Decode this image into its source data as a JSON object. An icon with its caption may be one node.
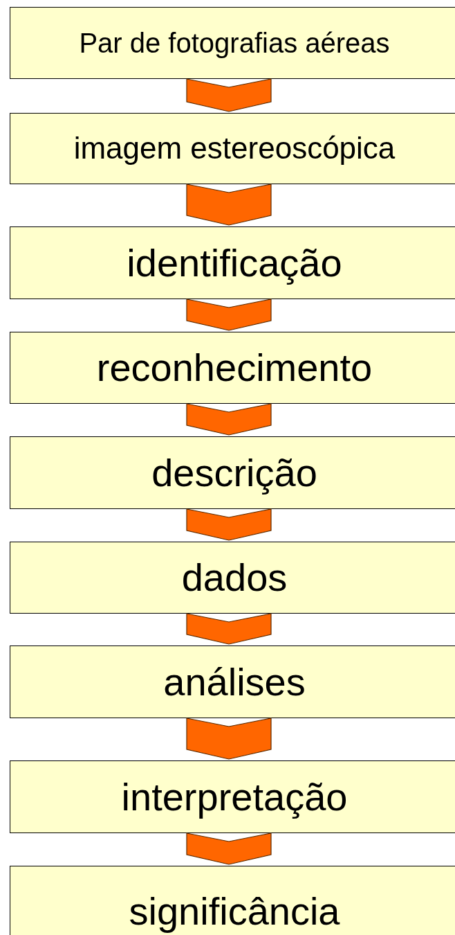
{
  "diagram": {
    "nodes": [
      {
        "text": [
          "Par de fotografias aéreas"
        ]
      },
      {
        "text": [
          "imagem estereoscópica"
        ]
      },
      {
        "text": [
          "identificação"
        ]
      },
      {
        "text": [
          "reconhecimento"
        ]
      },
      {
        "text": [
          "descrição"
        ]
      },
      {
        "text": [
          "dados"
        ]
      },
      {
        "text": [
          "análises"
        ]
      },
      {
        "text": [
          "interpretação"
        ]
      },
      {
        "text": [
          "significância"
        ]
      }
    ],
    "edges": [
      {
        "from": 0,
        "to": 1,
        "arrow": "to"
      },
      {
        "from": 1,
        "to": 2,
        "arrow": "to"
      },
      {
        "from": 2,
        "to": 3,
        "arrow": "to"
      },
      {
        "from": 3,
        "to": 4,
        "arrow": "to"
      },
      {
        "from": 4,
        "to": 5,
        "arrow": "to"
      },
      {
        "from": 5,
        "to": 6,
        "arrow": "to"
      },
      {
        "from": 6,
        "to": 7,
        "arrow": "to"
      },
      {
        "from": 7,
        "to": 8,
        "arrow": "to"
      }
    ]
  }
}
